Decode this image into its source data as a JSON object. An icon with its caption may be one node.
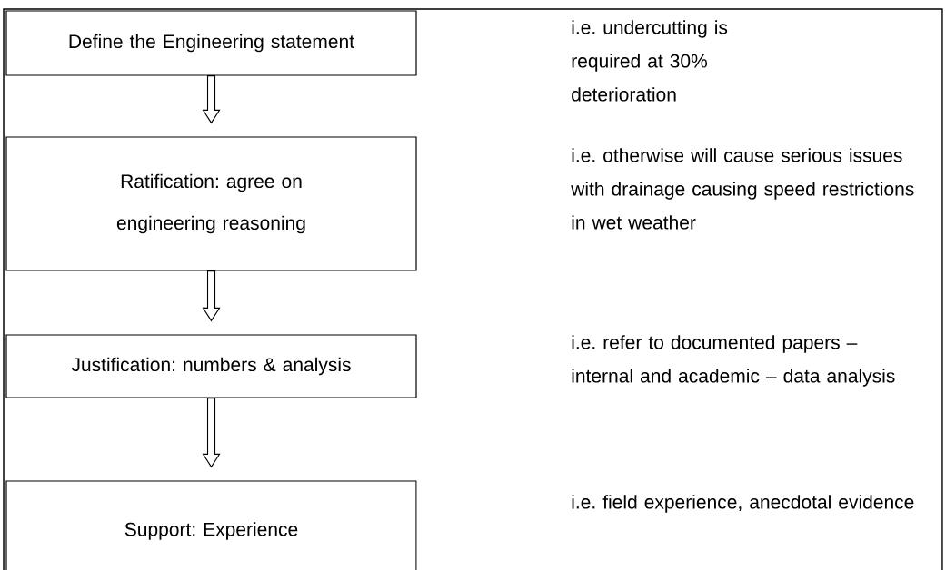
{
  "diagram": {
    "nodes": [
      {
        "text": [
          "Define the Engineering statement"
        ]
      },
      {
        "text": [
          "Ratification: agree on engineering reasoning"
        ]
      },
      {
        "text": [
          "Justification: numbers & analysis"
        ]
      },
      {
        "text": [
          "Support: Experience"
        ]
      }
    ],
    "labels": [
      "i.e. undercutting is required at 30% deterioration",
      "i.e. otherwise will cause serious issues with drainage causing speed restrictions in wet weather",
      "i.e. refer to documented papers – internal and academic – data analysis",
      "i.e. field experience, anecdotal evidence"
    ],
    "edges": [
      {
        "from": 0,
        "to": 1,
        "arrow": "to"
      },
      {
        "from": 1,
        "to": 2,
        "arrow": "to"
      },
      {
        "from": 2,
        "to": 3,
        "arrow": "to"
      }
    ]
  }
}
